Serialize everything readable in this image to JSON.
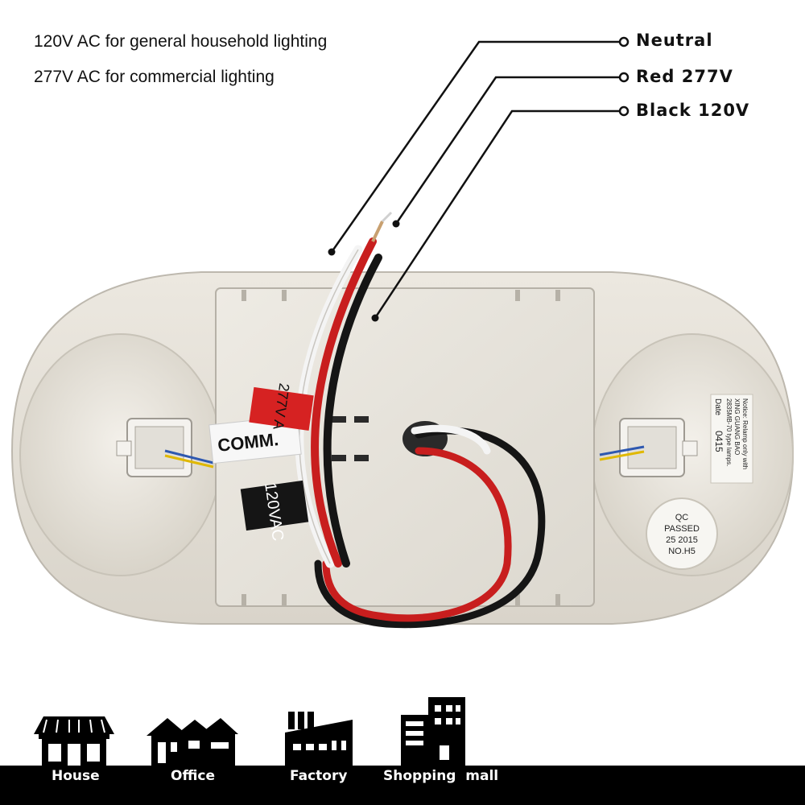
{
  "notes": {
    "line1": "120V AC for general household lighting",
    "line2": "277V AC for commercial lighting"
  },
  "wires": {
    "neutral": "Neutral",
    "red": "Red 277V",
    "black": "Black 120V"
  },
  "product": {
    "notice": [
      "Notice: Relamp only with",
      "XING GUANG BAO",
      "2835MB-70 type lamps."
    ],
    "date_label": "Date",
    "date_code": "0415",
    "qc_lines": [
      "QC",
      "PASSED",
      "25 2015",
      "NO.H5"
    ],
    "tape_left": "COMM.",
    "tape_red": "277V A",
    "tape_black": "120VAC"
  },
  "categories": [
    {
      "label": "House",
      "icon": "house-icon"
    },
    {
      "label": "Office",
      "icon": "office-icon"
    },
    {
      "label": "Factory",
      "icon": "factory-icon"
    },
    {
      "label": "Shopping  mall",
      "icon": "shopping-mall-icon"
    }
  ],
  "colors": {
    "housing": "#e6e2d9",
    "red_wire": "#c81e1e",
    "black_wire": "#151515",
    "white_wire": "#f4f4f4",
    "footer": "#000000"
  }
}
